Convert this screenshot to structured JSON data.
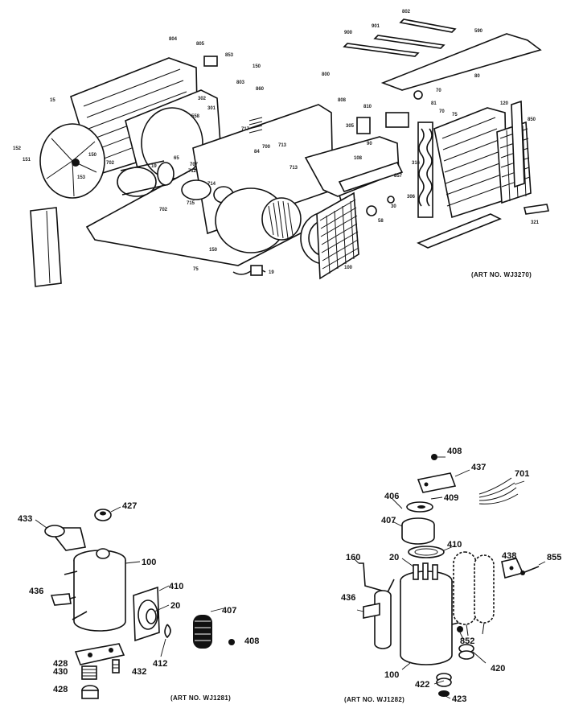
{
  "art_numbers": {
    "top": "(ART NO. WJ3270)",
    "bottom_left": "(ART NO. WJ1281)",
    "bottom_right": "(ART NO. WJ1282)"
  },
  "top_assembly": {
    "part_numbers": [
      "802",
      "901",
      "900",
      "590",
      "804",
      "805",
      "853",
      "150",
      "800",
      "70",
      "80",
      "808",
      "803",
      "860",
      "15",
      "558",
      "301",
      "302",
      "81",
      "70",
      "75",
      "120",
      "850",
      "810",
      "305",
      "713",
      "713",
      "84",
      "90",
      "108",
      "702",
      "150",
      "152",
      "151",
      "153",
      "712",
      "19",
      "65",
      "707",
      "714",
      "702",
      "715",
      "700",
      "717",
      "857",
      "30",
      "58",
      "316",
      "306",
      "321",
      "100",
      "150",
      "19",
      "75"
    ]
  },
  "left_assembly": {
    "labels": {
      "p433": "433",
      "p427": "427",
      "p100": "100",
      "p436": "436",
      "p410": "410",
      "p20": "20",
      "p407": "407",
      "p408": "408",
      "p412": "412",
      "p428a": "428",
      "p430": "430",
      "p432": "432",
      "p428b": "428"
    }
  },
  "right_assembly": {
    "labels": {
      "p408": "408",
      "p437": "437",
      "p701": "701",
      "p406": "406",
      "p409": "409",
      "p407": "407",
      "p410": "410",
      "p160": "160",
      "p20": "20",
      "p438": "438",
      "p855": "855",
      "p436": "436",
      "p852": "852",
      "p100": "100",
      "p422": "422",
      "p420": "420",
      "p423": "423"
    }
  }
}
